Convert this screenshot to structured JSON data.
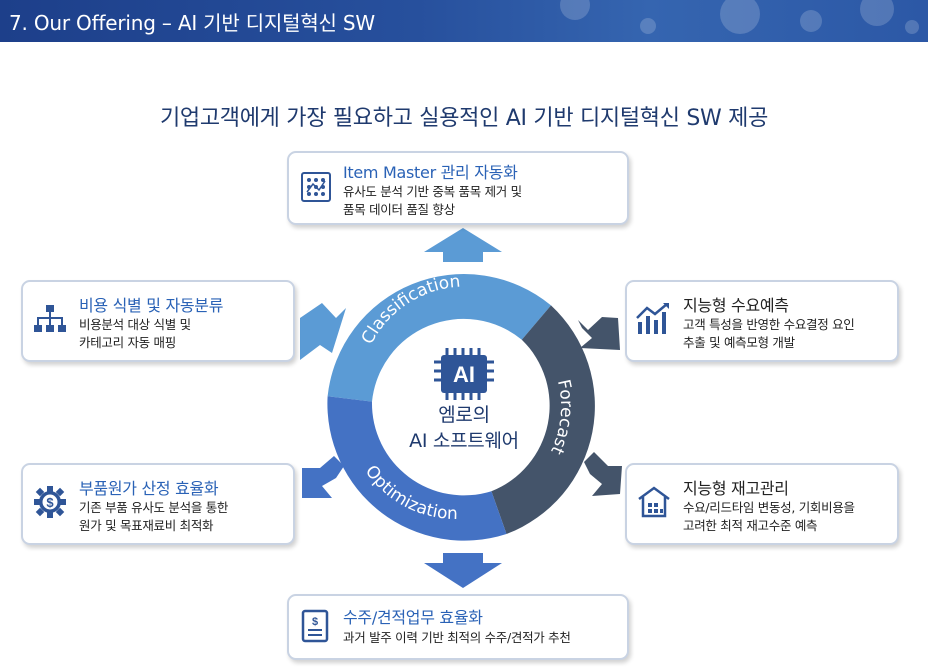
{
  "header": {
    "title": "7. Our Offering – AI 기반 디지털혁신 SW"
  },
  "subtitle": "기업고객에게 가장 필요하고 실용적인 AI 기반 디지털혁신 SW 제공",
  "center": {
    "badge": "AI",
    "line1": "엠로의",
    "line2": "AI 소프트웨어"
  },
  "ring": {
    "classification": "Classification",
    "forecast": "Forecast",
    "optimization": "Optimization"
  },
  "cards": {
    "item_master": {
      "title": "Item Master 관리 자동화",
      "desc1": "유사도 분석 기반 중복 품목 제거 및",
      "desc2": "품목 데이터 품질 향상",
      "icon": "dashboard-grid-icon"
    },
    "cost_classify": {
      "title": "비용 식별 및 자동분류",
      "desc1": "비용분석 대상 식별 및",
      "desc2": "카테고리 자동 매핑",
      "icon": "hierarchy-icon"
    },
    "demand": {
      "title": "지능형 수요예측",
      "desc1": "고객 특성을 반영한 수요결정 요인",
      "desc2": "추출 및 예측모형 개발",
      "icon": "trend-chart-icon"
    },
    "parts_cost": {
      "title": "부품원가 산정 효율화",
      "desc1": "기존 부품 유사도 분석을 통한",
      "desc2": "원가 및 목표재료비 최적화",
      "icon": "dollar-gear-icon"
    },
    "inventory": {
      "title": "지능형 재고관리",
      "desc1": "수요/리드타임 변동성, 기회비용을",
      "desc2": "고려한 최적 재고수준 예측",
      "icon": "warehouse-icon"
    },
    "order": {
      "title": "수주/견적업무 효율화",
      "desc1": "과거 발주 이력 기반 최적의 수주/견적가 추천",
      "icon": "document-dollar-icon"
    }
  },
  "colors": {
    "classification": "#5b9bd5",
    "forecast": "#44546a",
    "optimization": "#4472c4",
    "header": "#27509d",
    "card_title": "#2a62b6"
  }
}
